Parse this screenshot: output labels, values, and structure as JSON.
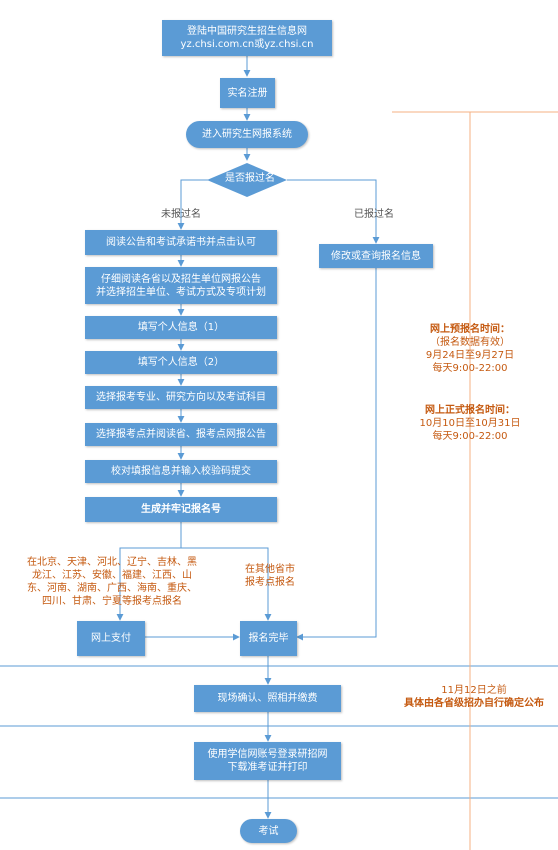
{
  "flow": {
    "start": [
      "登陆中国研究生招生信息网",
      "yz.chsi.com.cn或yz.chsi.cn"
    ],
    "register": "实名注册",
    "enter_system": "进入研究生网报系统",
    "decision": "是否报过名",
    "branch_no": "未报过名",
    "branch_yes": "已报过名",
    "modify": "修改或查询报名信息",
    "steps": [
      "阅读公告和考试承诺书并点击认可",
      "仔细阅读各省以及招生单位网报公告",
      "并选择招生单位、考试方式及专项计划",
      "填写个人信息（1）",
      "填写个人信息（2）",
      "选择报考专业、研究方向以及考试科目",
      "选择报考点并阅读省、报考点网报公告",
      "校对填报信息并输入校验码提交",
      "生成并牢记报名号"
    ],
    "provinces_lines": [
      "在北京、天津、河北、辽宁、吉林、黑",
      "龙江、江苏、安徽、福建、江西、山",
      "东、河南、湖南、广西、海南、重庆、",
      "四川、甘肃、宁夏等报考点报名"
    ],
    "other_lines": [
      "在其他省市",
      "报考点报名"
    ],
    "pay": "网上支付",
    "done": "报名完毕",
    "confirm": "现场确认、照相并缴费",
    "download": [
      "使用学信网账号登录研招网",
      "下载准考证并打印"
    ],
    "exam": "考试"
  },
  "notes": {
    "pre_title": "网上预报名时间：",
    "pre_sub": "（报名数据有效）",
    "pre_dates": "9月24日至9月27日",
    "pre_daily": "每天9:00-22:00",
    "formal_title": "网上正式报名时间：",
    "formal_dates": "10月10日至10月31日",
    "formal_daily": "每天9:00-22:00",
    "confirm_time": "11月12日之前",
    "confirm_detail": "具体由各省级招办自行确定公布"
  },
  "colors": {
    "box": "#5b9bd5",
    "line": "#5b9bd5",
    "note": "#c55a11",
    "guide": "#f4b183"
  }
}
